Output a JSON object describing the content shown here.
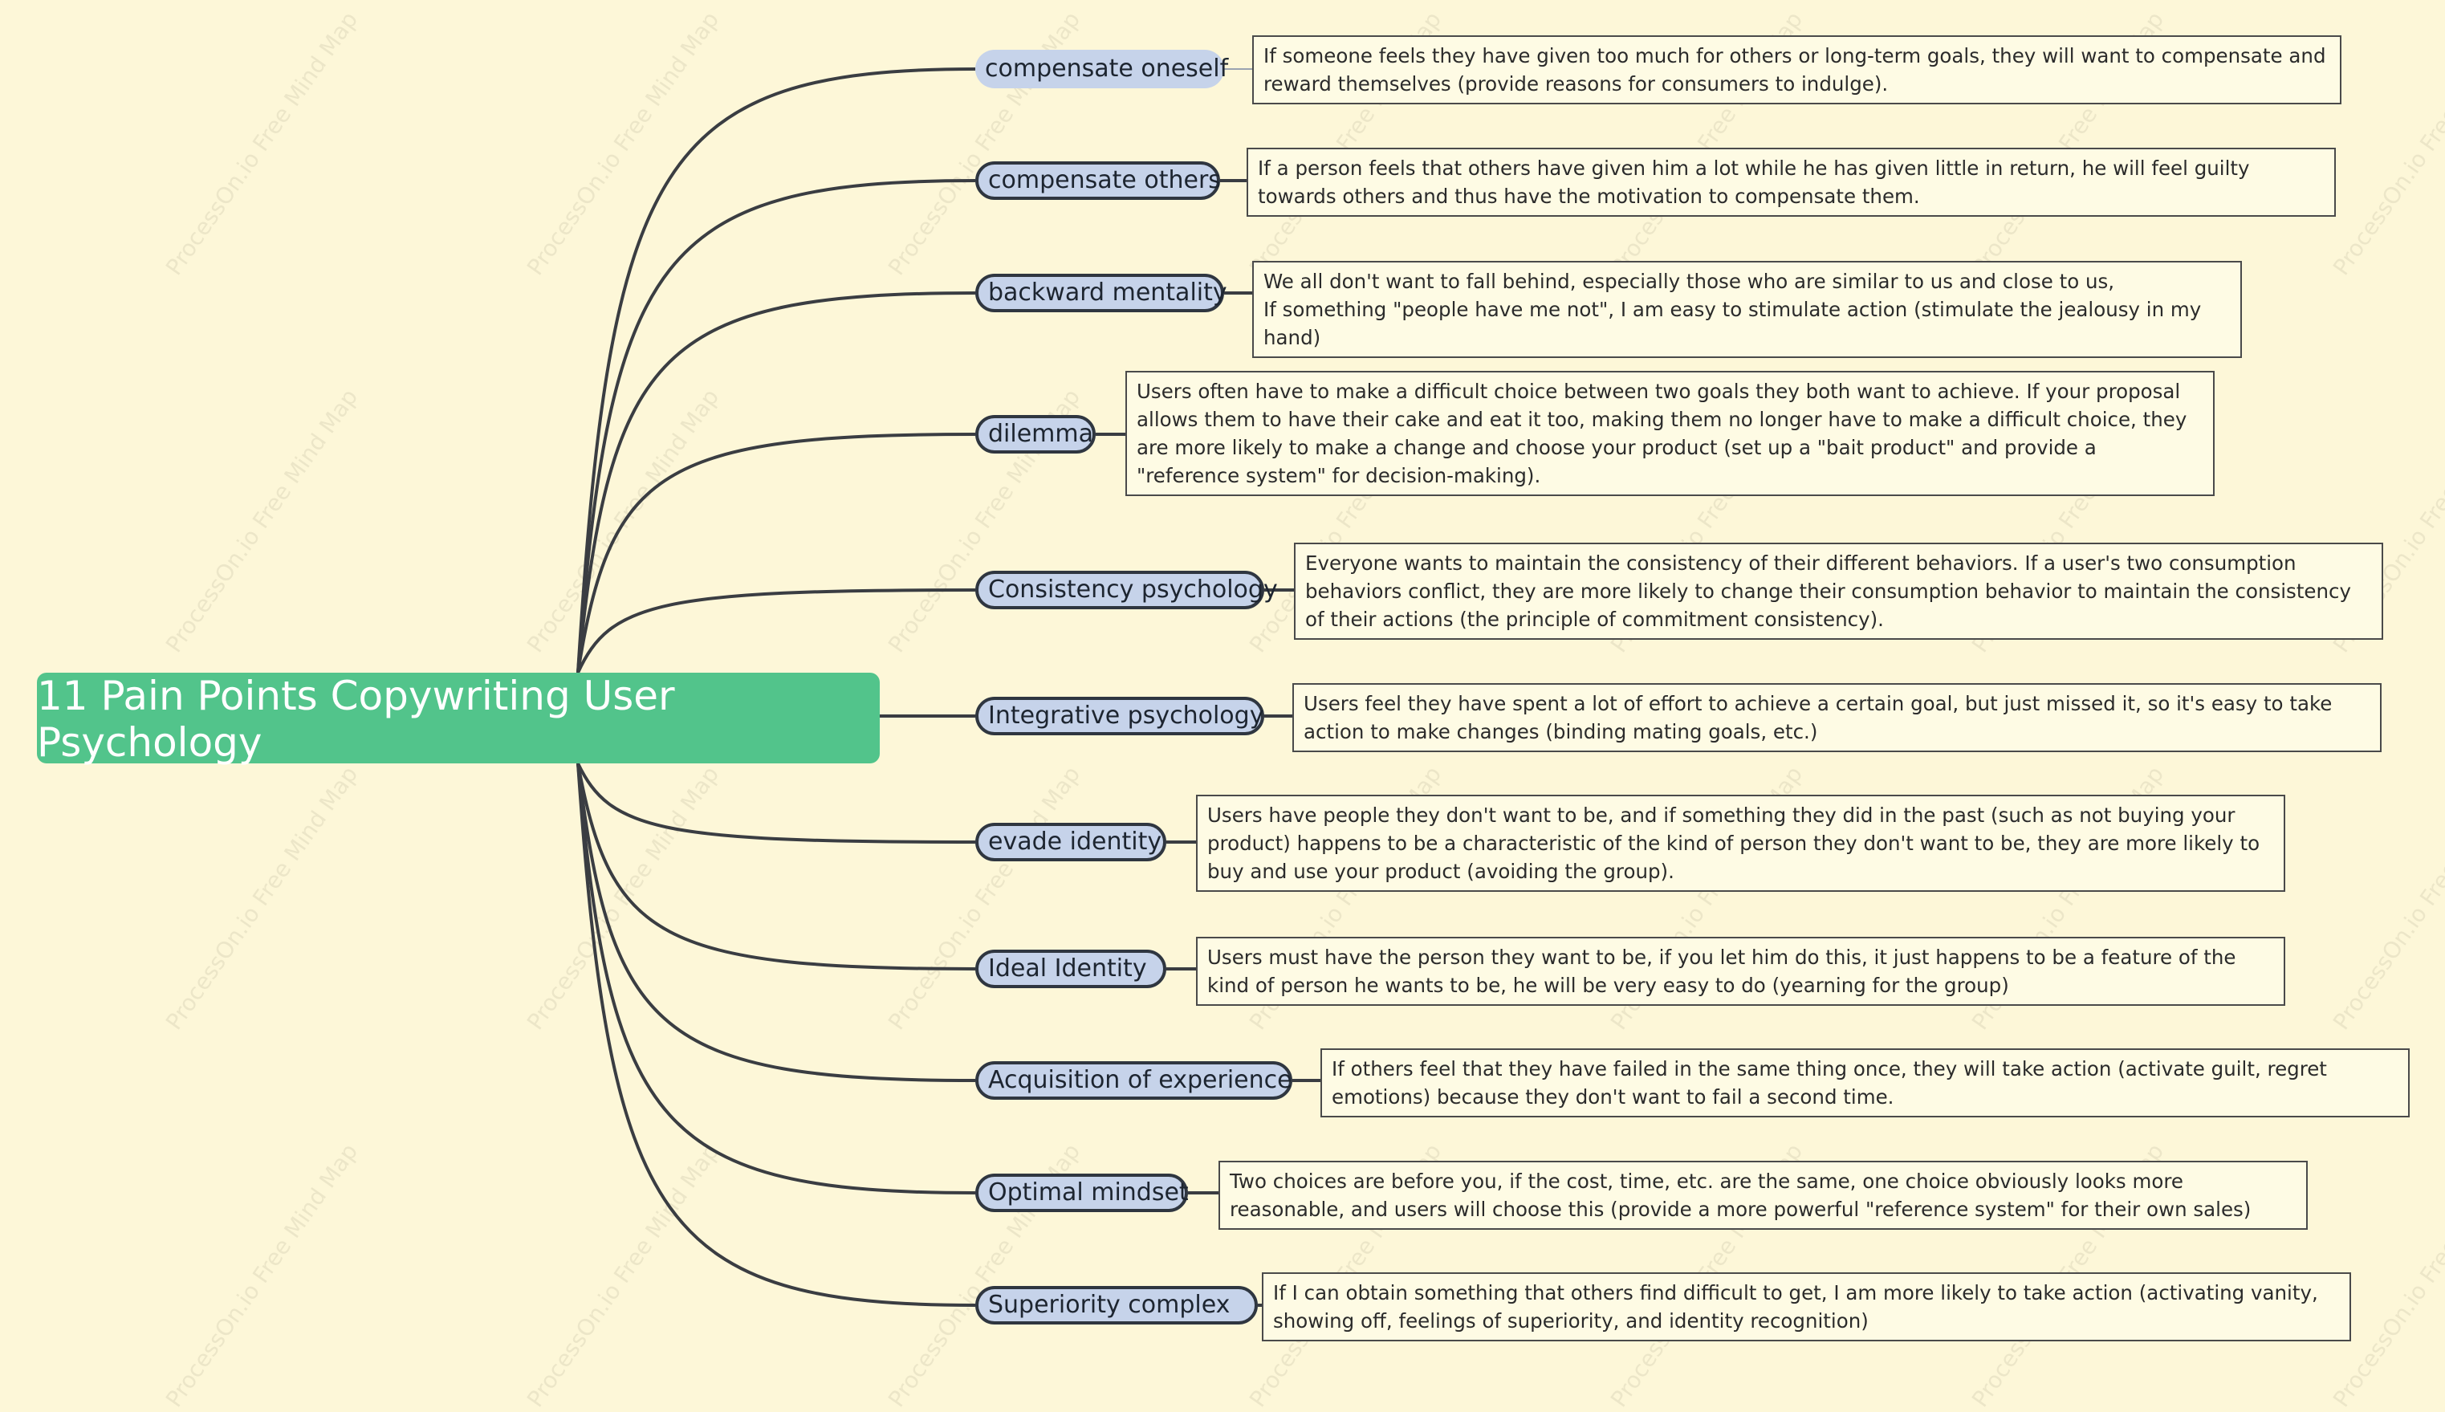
{
  "watermark": "ProcessOn.io Free Mind Map",
  "colors": {
    "background": "#fdf7d8",
    "root": "#52c48b",
    "topic": "#c6d3ea",
    "line": "#3a3d42"
  },
  "root": {
    "title": "11 Pain Points Copywriting User Psychology"
  },
  "topics": [
    {
      "label": "compensate oneself",
      "note": "If someone feels they have given too much for others or long-term goals, they will want to compensate and reward themselves (provide reasons for consumers to indulge)."
    },
    {
      "label": "compensate others",
      "note": "If a person feels that others have given him a lot while he has given little in return, he will feel guilty towards others and thus have the motivation to compensate them."
    },
    {
      "label": "backward mentality",
      "note": "We all don't want to fall behind, especially those who are similar to us and close to us,\n If something \"people have me not\", I am easy to stimulate action (stimulate the jealousy in my hand)"
    },
    {
      "label": "dilemma",
      "note": "Users often have to make a difficult choice between two goals they both want to achieve. If your proposal allows them to have their cake and eat it too, making them no longer have to make a difficult choice, they are more likely to make a change and choose your product (set up a \"bait product\" and provide a \"reference system\" for decision-making)."
    },
    {
      "label": "Consistency psychology",
      "note": "Everyone wants to maintain the consistency of their different behaviors. If a user's two consumption behaviors conflict, they are more likely to change their consumption behavior to maintain the consistency of their actions (the principle of commitment consistency)."
    },
    {
      "label": "Integrative psychology",
      "note": "Users feel they have spent a lot of effort to achieve a certain goal, but just missed it, so it's easy to take action to make changes (binding mating goals, etc.)"
    },
    {
      "label": "evade identity",
      "note": "Users have people they don't want to be, and if something they did in the past (such as not buying your product) happens to be a characteristic of the kind of person they don't want to be, they are more likely to buy and use your product (avoiding the group)."
    },
    {
      "label": "Ideal Identity",
      "note": "Users must have the person they want to be, if you let him do this, it just happens to be a feature of the kind of person he wants to be, he will be very easy to do (yearning for the group)"
    },
    {
      "label": "Acquisition of experience",
      "note": "If others feel that they have failed in the same thing once, they will take action (activate guilt, regret emotions) because they don't want to fail a second time."
    },
    {
      "label": "Optimal mindset",
      "note": "Two choices are before you,  if the cost, time, etc. are the same, one choice obviously looks more reasonable, and users will choose this (provide a more powerful \"reference system\" for their own sales)"
    },
    {
      "label": "Superiority complex",
      "note": "If I can obtain something that others find difficult to get, I am more likely to take action (activating vanity, showing off, feelings of superiority, and identity recognition)"
    }
  ]
}
